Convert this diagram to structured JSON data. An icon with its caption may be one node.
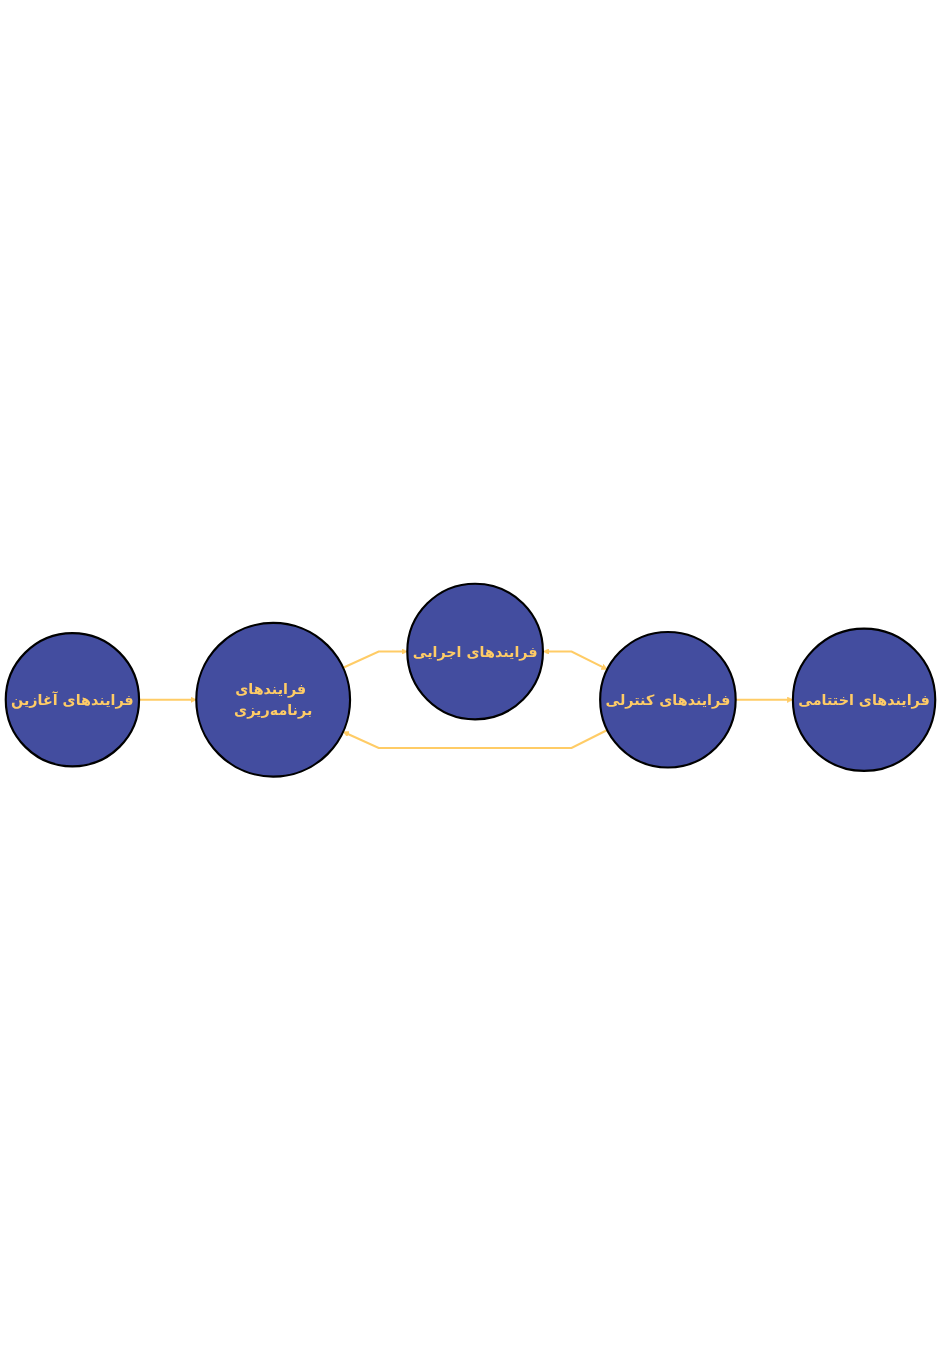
{
  "diagram": {
    "nodes": [
      {
        "text": [
          "فرایندهای آغازین"
        ]
      },
      {
        "text": [
          "فرایندهای برنامه‌ریزی"
        ]
      },
      {
        "text": [
          "فرایندهای اجرایی"
        ]
      },
      {
        "text": [
          "فرایندهای کنترلی"
        ]
      },
      {
        "text": [
          "فرایندهای اختتامی"
        ]
      }
    ],
    "edges": [
      {
        "from": 0,
        "to": 1,
        "arrow": "to"
      },
      {
        "from": 1,
        "to": 2,
        "arrow": "to"
      },
      {
        "from": 3,
        "to": 1,
        "arrow": "to"
      },
      {
        "from": 2,
        "to": 3,
        "arrow": "both"
      },
      {
        "from": 3,
        "to": 4,
        "arrow": "to"
      }
    ]
  }
}
